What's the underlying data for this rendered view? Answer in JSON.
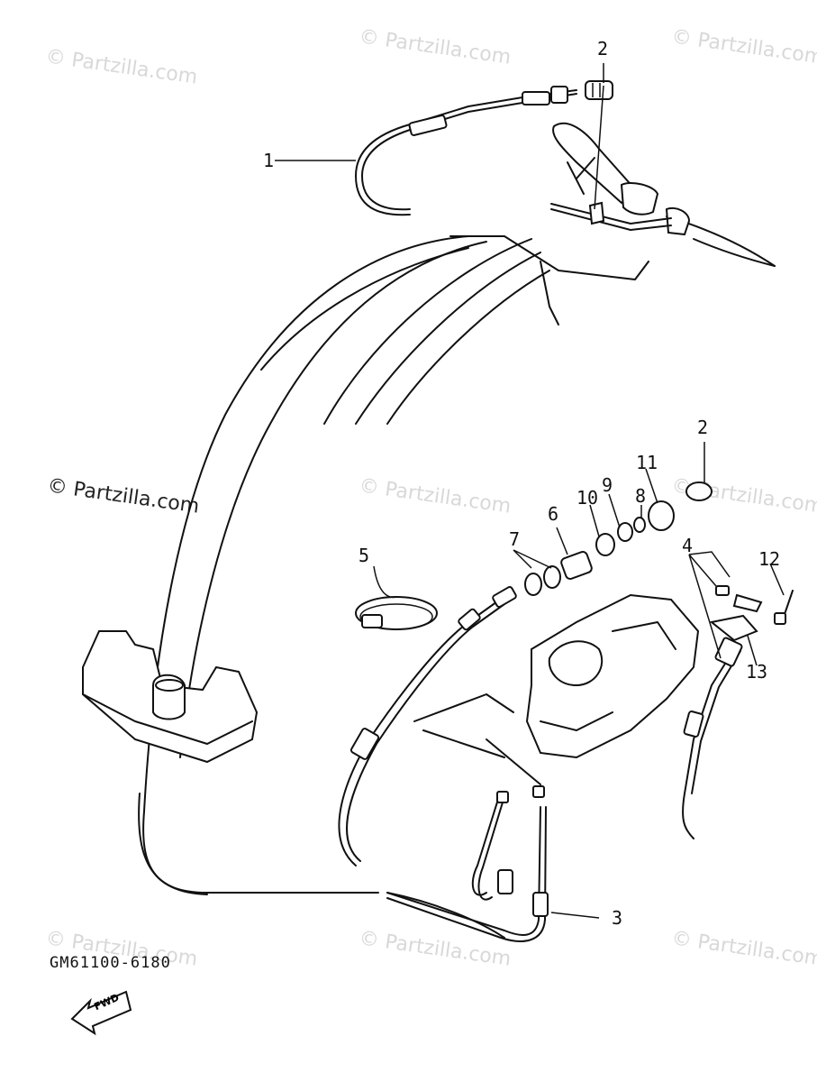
{
  "diagram": {
    "watermark_text": "© Partzilla.com",
    "drawing_code": "GM61100-6180",
    "fwd_label": "FWD",
    "callouts": [
      {
        "id": "c1",
        "label": "1"
      },
      {
        "id": "c2a",
        "label": "2"
      },
      {
        "id": "c2b",
        "label": "2"
      },
      {
        "id": "c3",
        "label": "3"
      },
      {
        "id": "c4",
        "label": "4"
      },
      {
        "id": "c5",
        "label": "5"
      },
      {
        "id": "c6",
        "label": "6"
      },
      {
        "id": "c7",
        "label": "7"
      },
      {
        "id": "c8",
        "label": "8"
      },
      {
        "id": "c9",
        "label": "9"
      },
      {
        "id": "c10",
        "label": "10"
      },
      {
        "id": "c11",
        "label": "11"
      },
      {
        "id": "c12",
        "label": "12"
      },
      {
        "id": "c13",
        "label": "13"
      }
    ]
  }
}
